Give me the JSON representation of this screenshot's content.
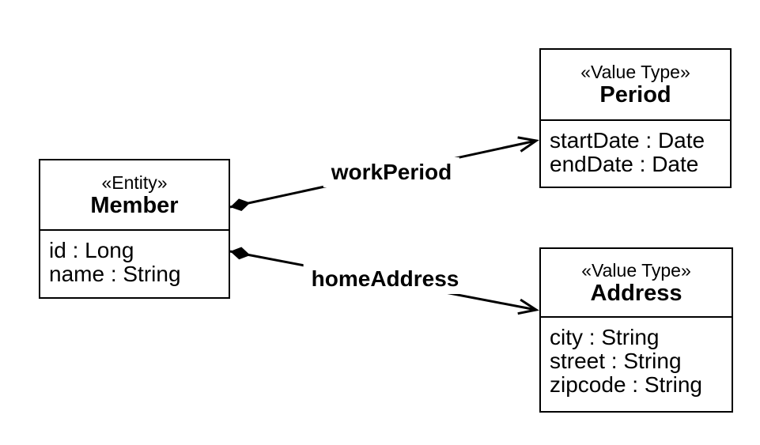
{
  "diagram": {
    "type": "uml-class-diagram",
    "classes": [
      {
        "stereotype": "«Entity»",
        "name": "Member",
        "attributes": [
          "id : Long",
          "name : String"
        ]
      },
      {
        "stereotype": "«Value Type»",
        "name": "Period",
        "attributes": [
          "startDate : Date",
          "endDate : Date"
        ]
      },
      {
        "stereotype": "«Value Type»",
        "name": "Address",
        "attributes": [
          "city : String",
          "street : String",
          "zipcode : String"
        ]
      }
    ],
    "associations": [
      {
        "label": "workPeriod",
        "from": "Member",
        "to": "Period",
        "kind": "composition"
      },
      {
        "label": "homeAddress",
        "from": "Member",
        "to": "Address",
        "kind": "composition"
      }
    ],
    "colors": {
      "stroke": "#000000",
      "background": "#ffffff",
      "text": "#000000"
    }
  }
}
